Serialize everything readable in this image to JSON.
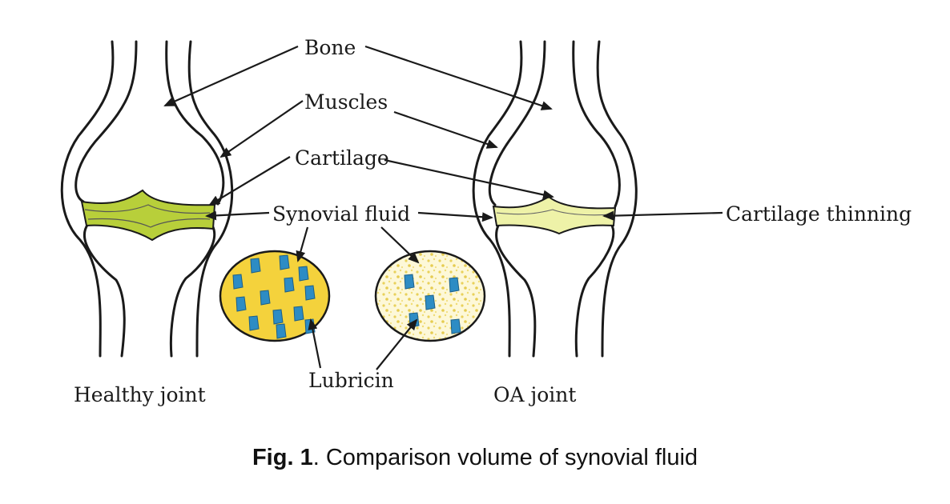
{
  "labels": {
    "bone": "Bone",
    "muscles": "Muscles",
    "cartilage": "Cartilage",
    "synovial_fluid": "Synovial fluid",
    "cartilage_thinning": "Cartilage thinning",
    "lubricin": "Lubricin",
    "healthy_joint": "Healthy joint",
    "oa_joint": "OA joint"
  },
  "caption": {
    "prefix": "Fig. 1",
    "text": ". Comparison volume of synovial fluid"
  },
  "colors": {
    "healthy_fluid": "#f4d23c",
    "oa_fluid": "#fbf3c8",
    "lubricin": "#2d8cc4",
    "healthy_cartilage": "#b8cf3a",
    "oa_cartilage": "#eef2a8",
    "line": "#1a1a1a"
  }
}
